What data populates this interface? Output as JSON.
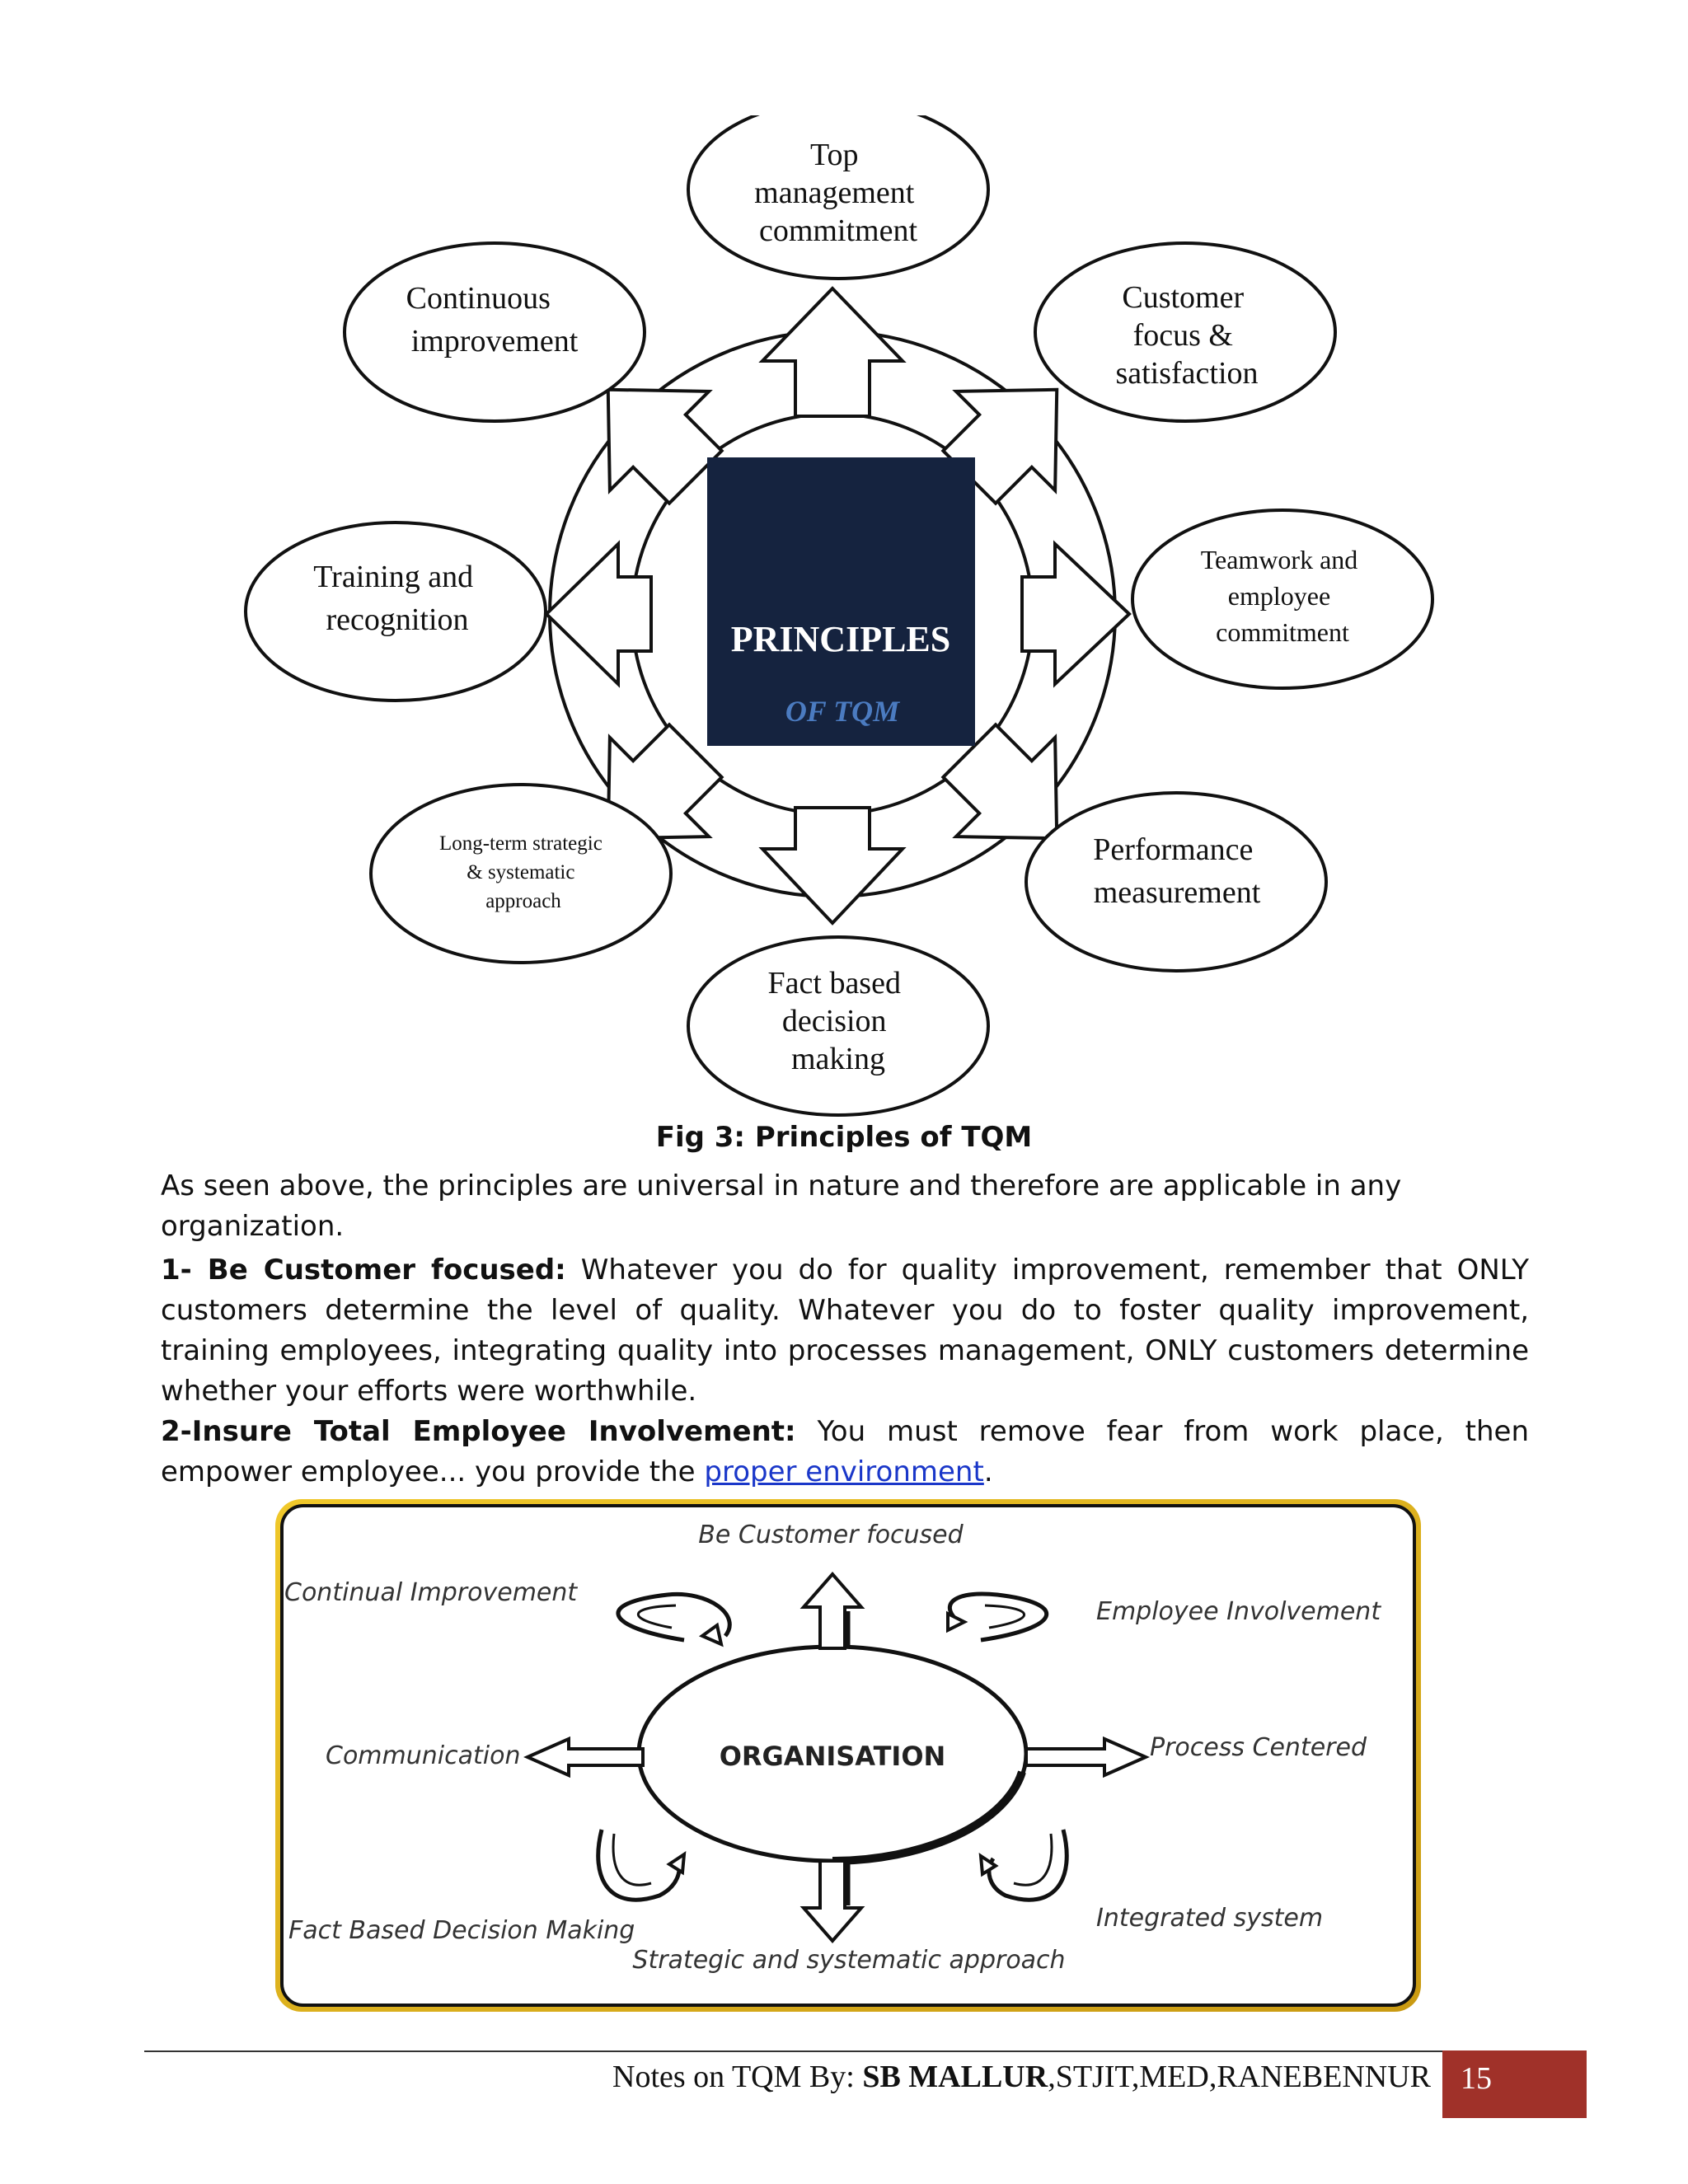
{
  "figure1": {
    "center_title": "PRINCIPLES",
    "center_subtitle": "OF TQM",
    "nodes": {
      "top": [
        "Top",
        "management",
        "commitment"
      ],
      "customer": [
        "Customer",
        "focus &",
        "satisfaction"
      ],
      "teamwork": [
        "Teamwork and",
        "employee",
        "commitment"
      ],
      "performance": [
        "Performance",
        "measurement"
      ],
      "fact": [
        "Fact based",
        "decision",
        "making"
      ],
      "longterm": [
        "Long-term strategic",
        "& systematic",
        "approach"
      ],
      "training": [
        "Training and",
        "recognition"
      ],
      "continuous": [
        "Continuous",
        "improvement"
      ]
    },
    "caption": "Fig 3: Principles of TQM"
  },
  "body": {
    "intro": "As seen above, the principles are universal in nature and therefore are applicable in any organization.",
    "p1_heading": " 1- Be Customer focused:",
    "p1_text": " Whatever you do for quality improvement, remember that ONLY customers determine the level of quality. Whatever you do to foster quality  improvement, training employees, integrating quality into processes management, ONLY customers determine whether your efforts were worthwhile.",
    "p2_heading": "  2-Insure Total Employee Involvement:",
    "p2_text": " You must remove fear from work place, then empower employee... you provide the ",
    "p2_link": "proper environment",
    "p2_end": "."
  },
  "figure2": {
    "center": "ORGANISATION",
    "labels": {
      "top": "Be Customer focused",
      "top_left": "Continual Improvement",
      "top_right": "Employee Involvement",
      "left": "Communication",
      "right": "Process Centered",
      "bottom_left": "Fact Based Decision Making",
      "bottom": "Strategic and systematic approach",
      "bottom_right": "Integrated system"
    }
  },
  "footer": {
    "prefix": "Notes on TQM By: ",
    "author": "SB MALLUR",
    "suffix": ",STJIT,MED,RANEBENNUR",
    "page_number": "15"
  },
  "colors": {
    "center_box": "#15233f",
    "center_subtitle": "#4b7bc0",
    "footer_box": "#a03129",
    "link": "#1a37c9",
    "frame_border": "#e2b722"
  }
}
